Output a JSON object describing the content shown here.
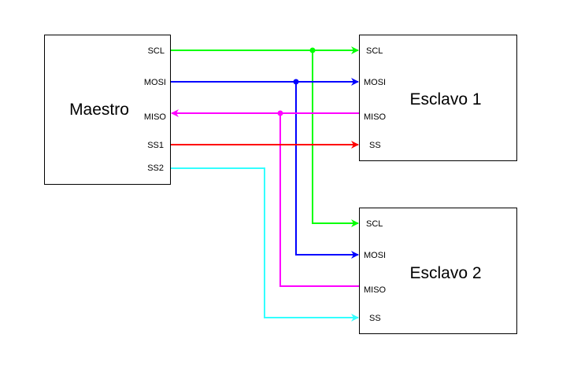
{
  "master": {
    "title": "Maestro",
    "pins": {
      "scl": "SCL",
      "mosi": "MOSI",
      "miso": "MISO",
      "ss1": "SS1",
      "ss2": "SS2"
    }
  },
  "slave1": {
    "title": "Esclavo 1",
    "pins": {
      "scl": "SCL",
      "mosi": "MOSI",
      "miso": "MISO",
      "ss": "SS"
    }
  },
  "slave2": {
    "title": "Esclavo 2",
    "pins": {
      "scl": "SCL",
      "mosi": "MOSI",
      "miso": "MISO",
      "ss": "SS"
    }
  },
  "colors": {
    "scl": "#00ff00",
    "mosi": "#0000ff",
    "miso": "#ff00ff",
    "ss1": "#ff0000",
    "ss2": "#33ffff"
  }
}
